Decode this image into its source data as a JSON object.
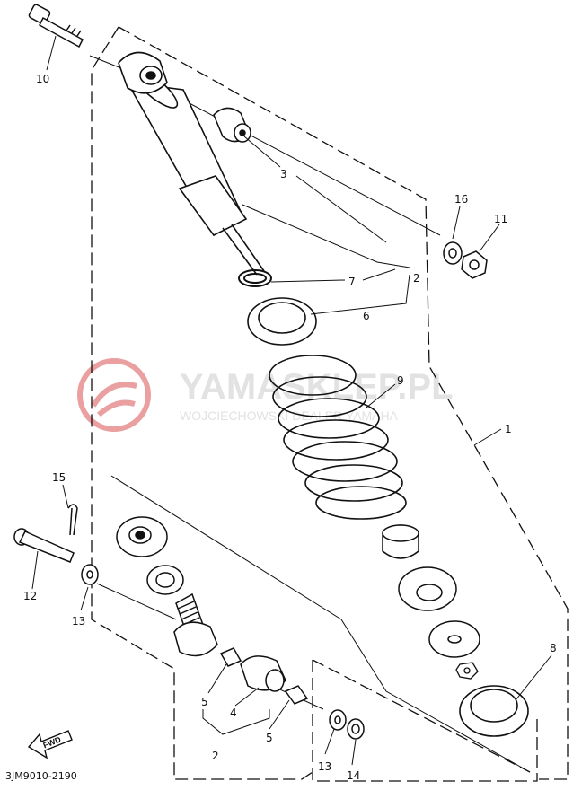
{
  "watermark": {
    "brand": "YAMASKLEP.PL",
    "subtitle": "WOJCIECHOWSKI DEALER YAMAHA",
    "logo_color": "#e89090"
  },
  "diagram_code": "3JM9010-2190",
  "fwd_label": "FWD",
  "callouts": {
    "c10": "10",
    "c3": "3",
    "c16": "16",
    "c11": "11",
    "c2a": "2",
    "c7": "7",
    "c6": "6",
    "c9": "9",
    "c1": "1",
    "c15": "15",
    "c12": "12",
    "c13a": "13",
    "c8": "8",
    "c5a": "5",
    "c4": "4",
    "c5b": "5",
    "c2b": "2",
    "c13b": "13",
    "c14": "14"
  },
  "colors": {
    "ink": "#111111",
    "watermark": "#e2e2e2"
  }
}
